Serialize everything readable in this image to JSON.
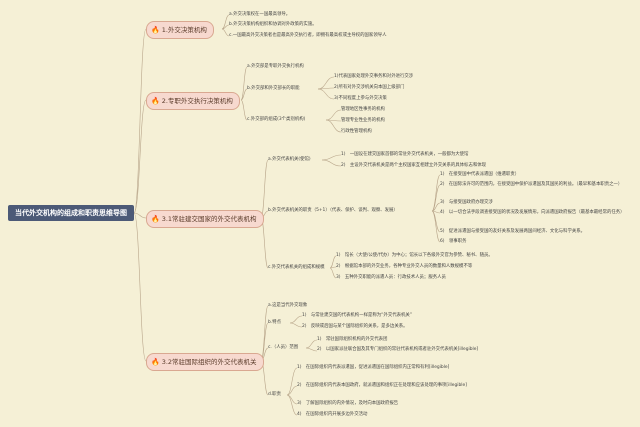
{
  "root": "当代外交机构的组成和职责思维导图",
  "sections": [
    {
      "label": "1.外交决策机构",
      "icon": "flame-icon",
      "items": [
        {
          "text": "a.外交决策权在一国最高领导。"
        },
        {
          "text": "b.外交决策机构组织和协调对外政策的实施。"
        },
        {
          "text": "c.一国最高外交决策者也是最高外交执行者，即拥有最高权或主导权的国家领导人"
        }
      ]
    },
    {
      "label": "2.专职外交执行决策机构",
      "icon": "flame-icon",
      "items": [
        {
          "text": "a.外交部是专职外交执行机构"
        },
        {
          "text": "b.外交部和外交部长的职能",
          "children": [
            "1)代表国家处理外交事务和对外进行交涉",
            "2)所有对外交涉机关向本国上级部门",
            "3)不同程度上参与外交决策"
          ]
        },
        {
          "text": "c.外交部的组成(3个类别机构)",
          "children": [
            "管理地区性事务的机构",
            "管理专业性业务的机构",
            "行政性管理机构"
          ]
        }
      ]
    },
    {
      "label": "3.1常驻建交国家的外交代表机构",
      "icon": "flame-icon",
      "items": [
        {
          "text": "a.外交代表机关(使馆)",
          "children": [
            "1)　一国设在建交国家首都的常驻外交代表机关，一般都为大使馆",
            "2)　主设外交代表机关是两个主权国家互相建立外交关系的具体标志和体现"
          ]
        },
        {
          "text": "b.外交代表机关的职责（5+1）（代表、保护、谈判、观察、发展）",
          "children": [
            "1)　在接受国中代表派遣国（维遣职责）",
            "2)　在国际法许可的范围内，在接受国中保护派遣国及其国民的利益。（最早和基本职责之一）",
            "3)　与接受国政府办理交涉",
            "4)　以一切合法手段调查接受国的状况及发展情形，向派遣国政府报告（最基本最经常的任务）",
            "5)　促进派遣国与接受国的友好关系及发展两国间经济、文化与科学关系。",
            "6)　领事职务"
          ]
        },
        {
          "text": "c.外交代表机关的组成和规模",
          "children": [
            "1)　馆长（大使/公使/代办）为中心；馆长以下各级外交官为参赞、秘书、随员。",
            "2)　根据馆本部的外交业务，各种专业外交人员的数量和人数规模不等",
            "3)　五种外交职能的派遣人员：行政技术人员；服务人员"
          ]
        }
      ]
    },
    {
      "label": "3.2常驻国际组织的外交代表机关",
      "icon": "flame-icon",
      "items": [
        {
          "text": "a.这是当代外交现象"
        },
        {
          "text": "b.特点",
          "children": [
            "1)　与常驻建交国的代表机构一样是称为“外交代表机关”",
            "2)　反映或后国与某个国际组织的关系，是多边关系。"
          ]
        },
        {
          "text": "c.（人员）范围",
          "children": [
            "1)　常驻国际组织机构的外交代表团",
            "2)　以国家派驻联合国及其专门组织的常驻代表机构或者驻外交代表机关[illegible]"
          ]
        },
        {
          "text": "d.职责",
          "children": [
            "1)　在国际组织内代表派遣国，促进派遣国在国际组织内正常和有利[illegible]",
            "2)　在国际组织内代表本国政府，就派遣国和组织正在处理和应该处理的事项[illegible]",
            "3)　了解国际组织的内外情况，及时向本国政府报告",
            "4)　在国际组织内开展多边外交活动"
          ]
        }
      ]
    }
  ]
}
